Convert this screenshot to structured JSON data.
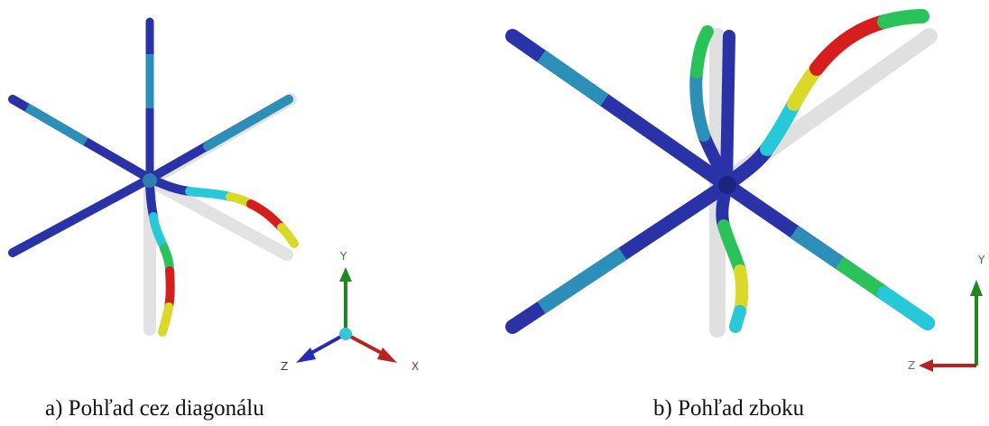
{
  "figure": {
    "panels": [
      {
        "caption": "a) Pohľad cez diagonálu",
        "axes": {
          "x": "X",
          "y": "Y",
          "z": "Z"
        }
      },
      {
        "caption": "b) Pohľad zboku",
        "axes": {
          "y": "Y",
          "z": "Z"
        }
      }
    ]
  },
  "colors": {
    "undeformed_ghost": "#d6d6d6",
    "low": "#2a32a8",
    "low_mid": "#2c8fb8",
    "mid": "#27c9d9",
    "mid_high": "#29c35a",
    "high_mid": "#d9d92a",
    "high": "#d61e1e",
    "axis_x": "#b82222",
    "axis_y": "#1e8a1e",
    "axis_z": "#2a2ab8",
    "axis_origin": "#35c8d4"
  }
}
